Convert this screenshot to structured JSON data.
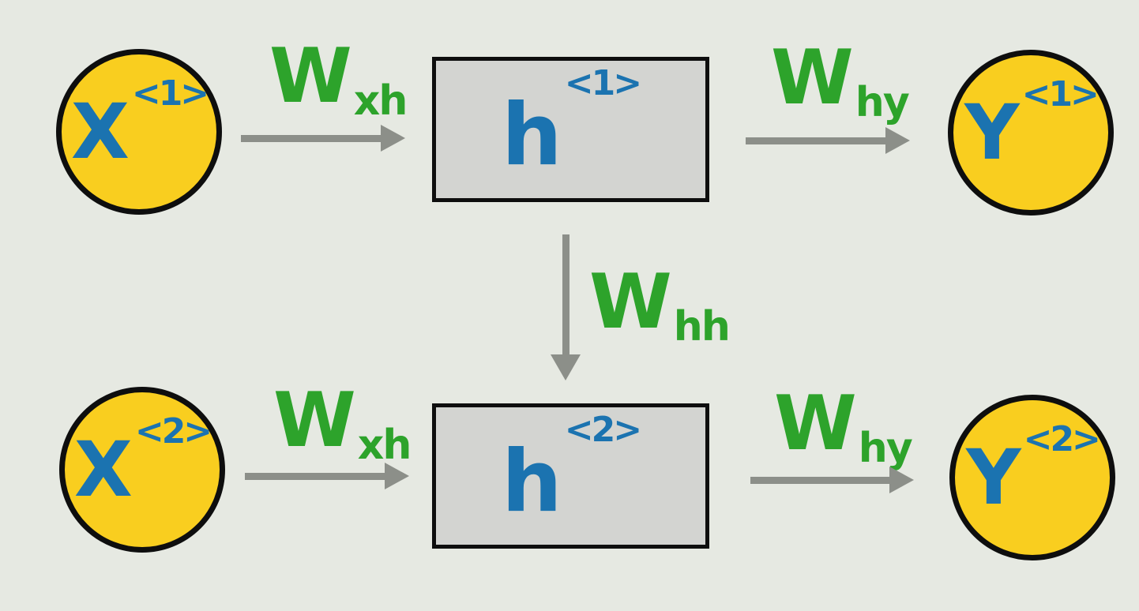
{
  "diagram": {
    "type": "rnn-unrolled-two-timesteps",
    "nodes": {
      "x1": {
        "base": "X",
        "sup": "<1>"
      },
      "h1": {
        "base": "h",
        "sup": "<1>"
      },
      "y1": {
        "base": "Y",
        "sup": "<1>"
      },
      "x2": {
        "base": "X",
        "sup": "<2>"
      },
      "h2": {
        "base": "h",
        "sup": "<2>"
      },
      "y2": {
        "base": "Y",
        "sup": "<2>"
      }
    },
    "weights": {
      "xh": {
        "base": "W",
        "sub": "xh"
      },
      "hy": {
        "base": "W",
        "sub": "hy"
      },
      "hh": {
        "base": "W",
        "sub": "hh"
      }
    },
    "edges": [
      {
        "from": "x1",
        "to": "h1",
        "weight": "W_xh",
        "direction": "right"
      },
      {
        "from": "h1",
        "to": "y1",
        "weight": "W_hy",
        "direction": "right"
      },
      {
        "from": "h1",
        "to": "h2",
        "weight": "W_hh",
        "direction": "down"
      },
      {
        "from": "x2",
        "to": "h2",
        "weight": "W_xh",
        "direction": "right"
      },
      {
        "from": "h2",
        "to": "y2",
        "weight": "W_hy",
        "direction": "right"
      }
    ]
  },
  "colors": {
    "background": "#e6e9e2",
    "node_fill": "#f9ce1f",
    "outline": "#0e0e0e",
    "text_blue": "#1b73b0",
    "label_green": "#2da32b",
    "arrow_gray": "#8c8f89",
    "box_fill": "#d3d4d1"
  }
}
